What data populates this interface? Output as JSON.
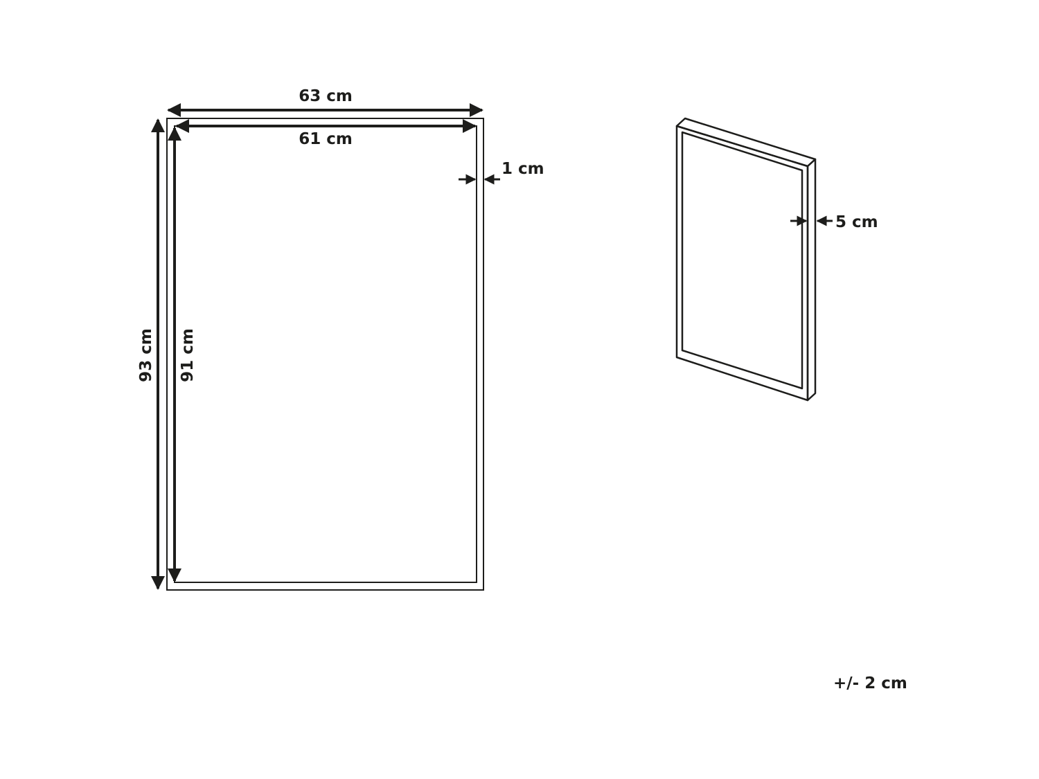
{
  "diagram": {
    "type": "product dimension drawing",
    "subject": "rectangular wall mirror frame",
    "front_view": {
      "outer_width_label": "63 cm",
      "inner_width_label": "61 cm",
      "outer_height_label": "93 cm",
      "inner_height_label": "91 cm",
      "frame_border_label": "1 cm"
    },
    "side_view": {
      "depth_label": "5 cm"
    },
    "tolerance_label": "+/- 2 cm",
    "colors": {
      "line": "#1d1d1b",
      "background": "#ffffff"
    }
  }
}
